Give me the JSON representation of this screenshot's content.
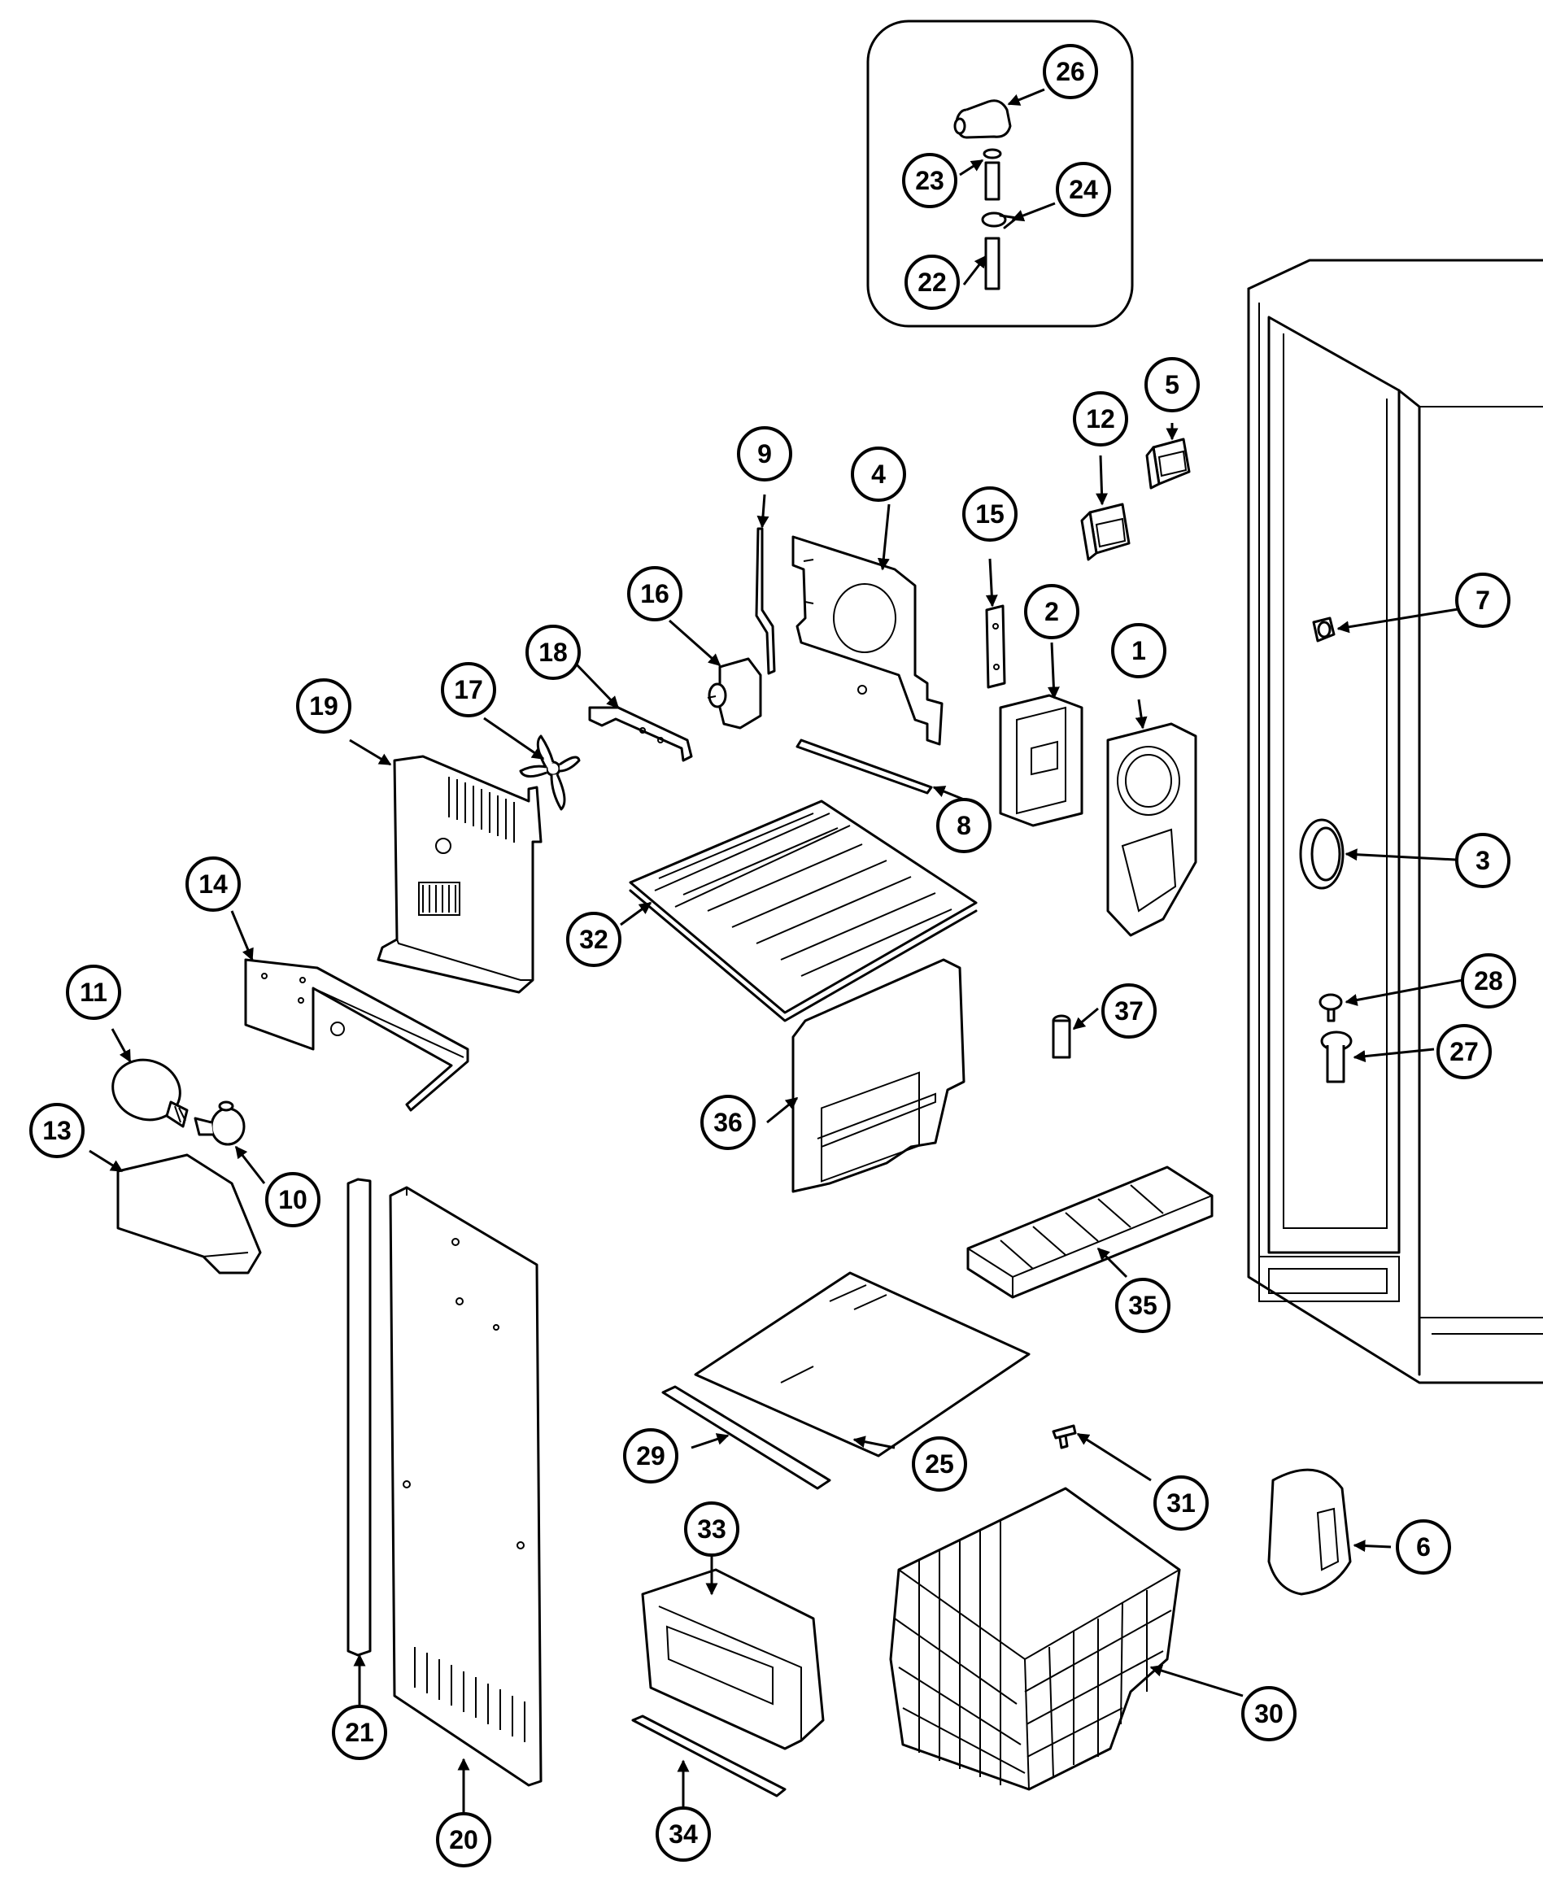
{
  "diagram": {
    "type": "exploded-parts-diagram",
    "colors": {
      "line": "#000000",
      "background": "#ffffff"
    },
    "callouts": [
      {
        "key": "c1",
        "label": "1"
      },
      {
        "key": "c2",
        "label": "2"
      },
      {
        "key": "c3",
        "label": "3"
      },
      {
        "key": "c4",
        "label": "4"
      },
      {
        "key": "c5",
        "label": "5"
      },
      {
        "key": "c6",
        "label": "6"
      },
      {
        "key": "c7",
        "label": "7"
      },
      {
        "key": "c8",
        "label": "8"
      },
      {
        "key": "c9",
        "label": "9"
      },
      {
        "key": "c10",
        "label": "10"
      },
      {
        "key": "c11",
        "label": "11"
      },
      {
        "key": "c12",
        "label": "12"
      },
      {
        "key": "c13",
        "label": "13"
      },
      {
        "key": "c14",
        "label": "14"
      },
      {
        "key": "c15",
        "label": "15"
      },
      {
        "key": "c16",
        "label": "16"
      },
      {
        "key": "c17",
        "label": "17"
      },
      {
        "key": "c18",
        "label": "18"
      },
      {
        "key": "c19",
        "label": "19"
      },
      {
        "key": "c20",
        "label": "20"
      },
      {
        "key": "c21",
        "label": "21"
      },
      {
        "key": "c22",
        "label": "22"
      },
      {
        "key": "c23",
        "label": "23"
      },
      {
        "key": "c24",
        "label": "24"
      },
      {
        "key": "c25",
        "label": "25"
      },
      {
        "key": "c26",
        "label": "26"
      },
      {
        "key": "c27",
        "label": "27"
      },
      {
        "key": "c28",
        "label": "28"
      },
      {
        "key": "c29",
        "label": "29"
      },
      {
        "key": "c30",
        "label": "30"
      },
      {
        "key": "c31",
        "label": "31"
      },
      {
        "key": "c32",
        "label": "32"
      },
      {
        "key": "c33",
        "label": "33"
      },
      {
        "key": "c34",
        "label": "34"
      },
      {
        "key": "c35",
        "label": "35"
      },
      {
        "key": "c36",
        "label": "36"
      },
      {
        "key": "c37",
        "label": "37"
      }
    ]
  }
}
